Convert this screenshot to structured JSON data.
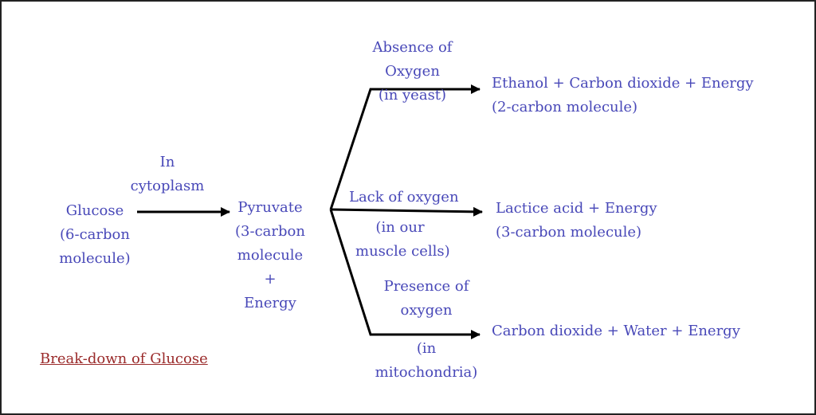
{
  "glucose": [
    "Glucose",
    "(6-carbon",
    "molecule)"
  ],
  "cytoplasm": [
    "In",
    "cytoplasm"
  ],
  "pyruvate": [
    "Pyruvate",
    "(3-carbon",
    "molecule",
    "+",
    "Energy"
  ],
  "absence": [
    "Absence of",
    "Oxygen",
    "(in yeast)"
  ],
  "ethanol": [
    "Ethanol + Carbon dioxide + Energy",
    "(2-carbon molecule)"
  ],
  "lack": [
    "Lack of oxygen",
    "(in our",
    "muscle cells)"
  ],
  "lactic": [
    "Lactice acid + Energy",
    "(3-carbon molecule)"
  ],
  "presence": [
    "Presence of",
    "oxygen",
    "(in",
    "mitochondria)"
  ],
  "co2water": [
    "Carbon dioxide + Water + Energy"
  ],
  "title": "Break-down of Glucose",
  "colors": {
    "text": "#4848b8",
    "title": "#9a2a2a",
    "arrow": "#000000"
  }
}
